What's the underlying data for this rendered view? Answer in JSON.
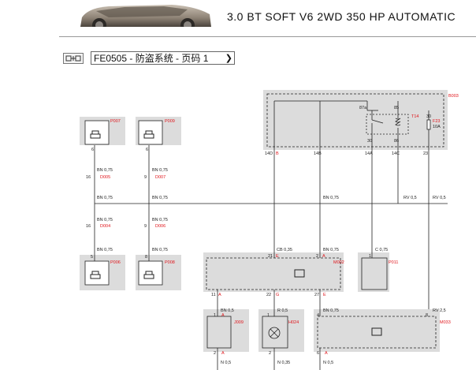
{
  "header": {
    "model_text": "3.0 BT SOFT V6 2WD 350 HP AUTOMATIC",
    "car_image": "car-silhouette"
  },
  "toolbar": {
    "icon": "diagram-toggle-icon",
    "dropdown_value": "FE0505 - 防盗系统 - 页码 1"
  },
  "diagram": {
    "components": {
      "b003": "B003",
      "t14": "T14",
      "f23": "F23",
      "fuse_rating": "10A",
      "p007": "P007",
      "p009": "P009",
      "p006": "P006",
      "p008": "P008",
      "m002": "M002",
      "p011": "P011",
      "j009": "J009",
      "h024": "H024",
      "m033": "M033"
    },
    "connectors": {
      "d005": "D005",
      "d007": "D007",
      "d004": "D004",
      "d006": "D006"
    },
    "relay_pins": {
      "p87a": "87a",
      "p85": "85",
      "p30": "30",
      "p86": "86",
      "fuse30": "30"
    },
    "b003_pins": {
      "p14d": "14D",
      "p14b": "14B",
      "p14a": "14A",
      "p14c": "14C",
      "p23": "23",
      "letter_b": "B"
    },
    "pins": {
      "six": "6",
      "sixteen": "16",
      "nine": "9",
      "five": "5",
      "eight": "8",
      "twentyone": "21",
      "two": "2",
      "one": "1",
      "eleven": "11",
      "twentytwo": "22",
      "twentyseven": "27",
      "four": "4",
      "a": "A",
      "e": "E",
      "g": "G"
    },
    "wires": {
      "bn075": "BN 0,75",
      "cb035": "CB 0,35",
      "c075": "C 0,75",
      "rv05": "RV 0,5",
      "rv25": "RV 2,5",
      "bn05": "BN 0,5",
      "n05": "N 0,5",
      "n035": "N 0,35",
      "r05": "R 0,5"
    }
  }
}
